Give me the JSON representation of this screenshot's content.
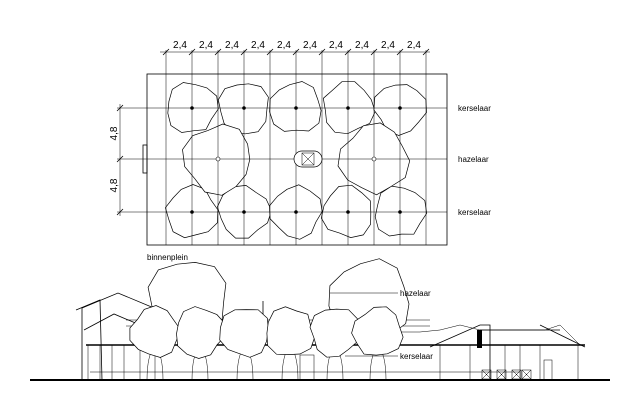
{
  "plan": {
    "column_dimensions": [
      "2,4",
      "2,4",
      "2,4",
      "2,4",
      "2,4",
      "2,4",
      "2,4",
      "2,4",
      "2,4",
      "2,4"
    ],
    "row_dimensions": [
      "4,8",
      "4,8"
    ],
    "row_labels": [
      "kerselaar",
      "hazelaar",
      "kerselaar"
    ],
    "area_label": "binnenplein"
  },
  "section": {
    "labels": {
      "upper": "hazelaar",
      "lower": "kerselaar"
    }
  }
}
